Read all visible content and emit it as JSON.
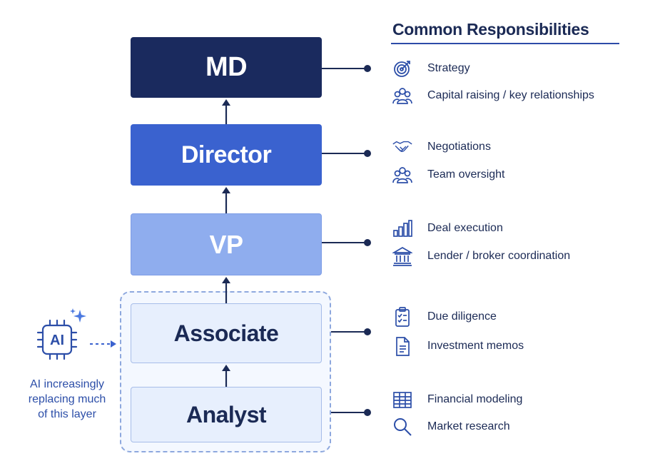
{
  "roles": {
    "md": "MD",
    "director": "Director",
    "vp": "VP",
    "associate": "Associate",
    "analyst": "Analyst"
  },
  "responsibilities": {
    "header": "Common Responsibilities",
    "md": [
      {
        "icon": "target-icon",
        "text": "Strategy"
      },
      {
        "icon": "people-icon",
        "text": "Capital raising / key relationships"
      }
    ],
    "director": [
      {
        "icon": "handshake-icon",
        "text": "Negotiations"
      },
      {
        "icon": "people-icon",
        "text": "Team oversight"
      }
    ],
    "vp": [
      {
        "icon": "bar-chart-icon",
        "text": "Deal execution"
      },
      {
        "icon": "bank-icon",
        "text": "Lender / broker coordination"
      }
    ],
    "associate": [
      {
        "icon": "clipboard-checklist-icon",
        "text": "Due diligence"
      },
      {
        "icon": "document-icon",
        "text": "Investment memos"
      }
    ],
    "analyst": [
      {
        "icon": "spreadsheet-icon",
        "text": "Financial modeling"
      },
      {
        "icon": "magnifier-icon",
        "text": "Market research"
      }
    ]
  },
  "ai": {
    "chip_label": "AI",
    "caption_line1": "AI increasingly",
    "caption_line2": "replacing much",
    "caption_line3": "of this layer"
  },
  "colors": {
    "md": "#1a2a5e",
    "director": "#3a62cf",
    "vp": "#8fadee",
    "lower_layer": "#e7effd",
    "accent": "#2c4ea8",
    "text": "#1b2a55"
  }
}
